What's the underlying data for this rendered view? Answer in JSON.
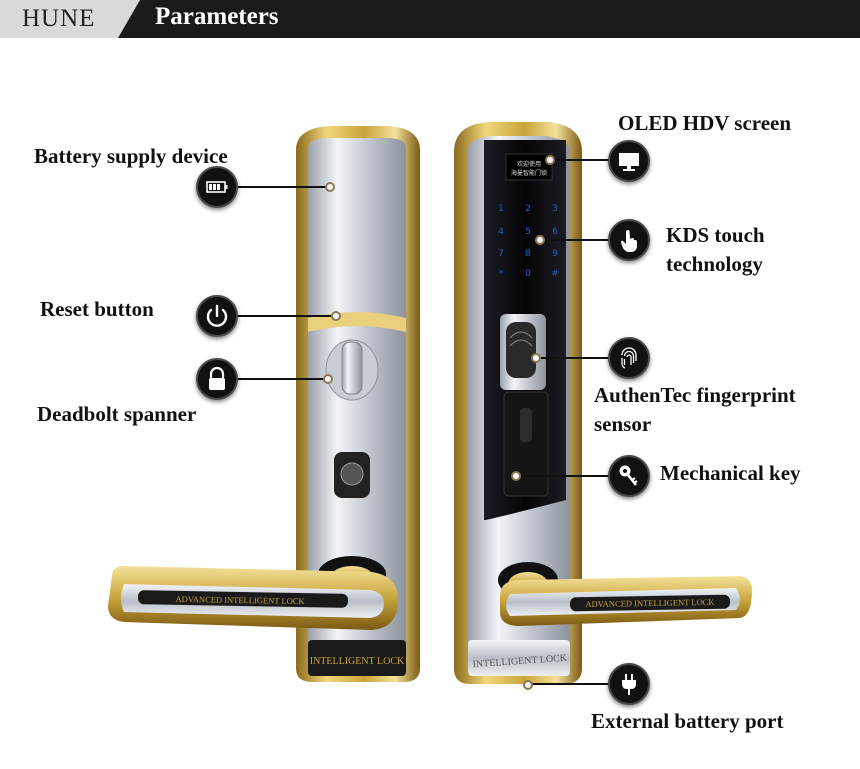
{
  "header": {
    "brand": "HUNE",
    "title": "Parameters"
  },
  "callouts": {
    "battery": "Battery supply device",
    "reset": "Reset button",
    "deadbolt": "Deadbolt spanner",
    "oled": "OLED HDV screen",
    "kds_line1": "KDS touch",
    "kds_line2": "technology",
    "fp_line1": "AuthenTec fingerprint",
    "fp_line2": "sensor",
    "mech_key": "Mechanical key",
    "ext_battery": "External battery port"
  },
  "product": {
    "handle_text_left": "ADVANCED INTELLIGENT LOCK",
    "handle_text_right": "ADVANCED INTELLIGENT LOCK",
    "plate_text": "INTELLIGENT LOCK",
    "screen_line1": "欢迎使用",
    "screen_line2": "海曼智能门锁",
    "keypad": [
      "1",
      "2",
      "3",
      "4",
      "5",
      "6",
      "7",
      "8",
      "9",
      "*",
      "0",
      "#"
    ]
  },
  "icons": [
    "battery-icon",
    "power-icon",
    "padlock-icon",
    "monitor-icon",
    "touch-hand-icon",
    "fingerprint-icon",
    "key-icon",
    "plug-icon"
  ],
  "colors": {
    "header": "#1a1a1a",
    "brand_bg": "#d9d9d9",
    "gold": "#c9a43a",
    "silver": "#d8dbe0",
    "panel": "#0b0b12",
    "keypad_blue": "#1f5fd0"
  }
}
